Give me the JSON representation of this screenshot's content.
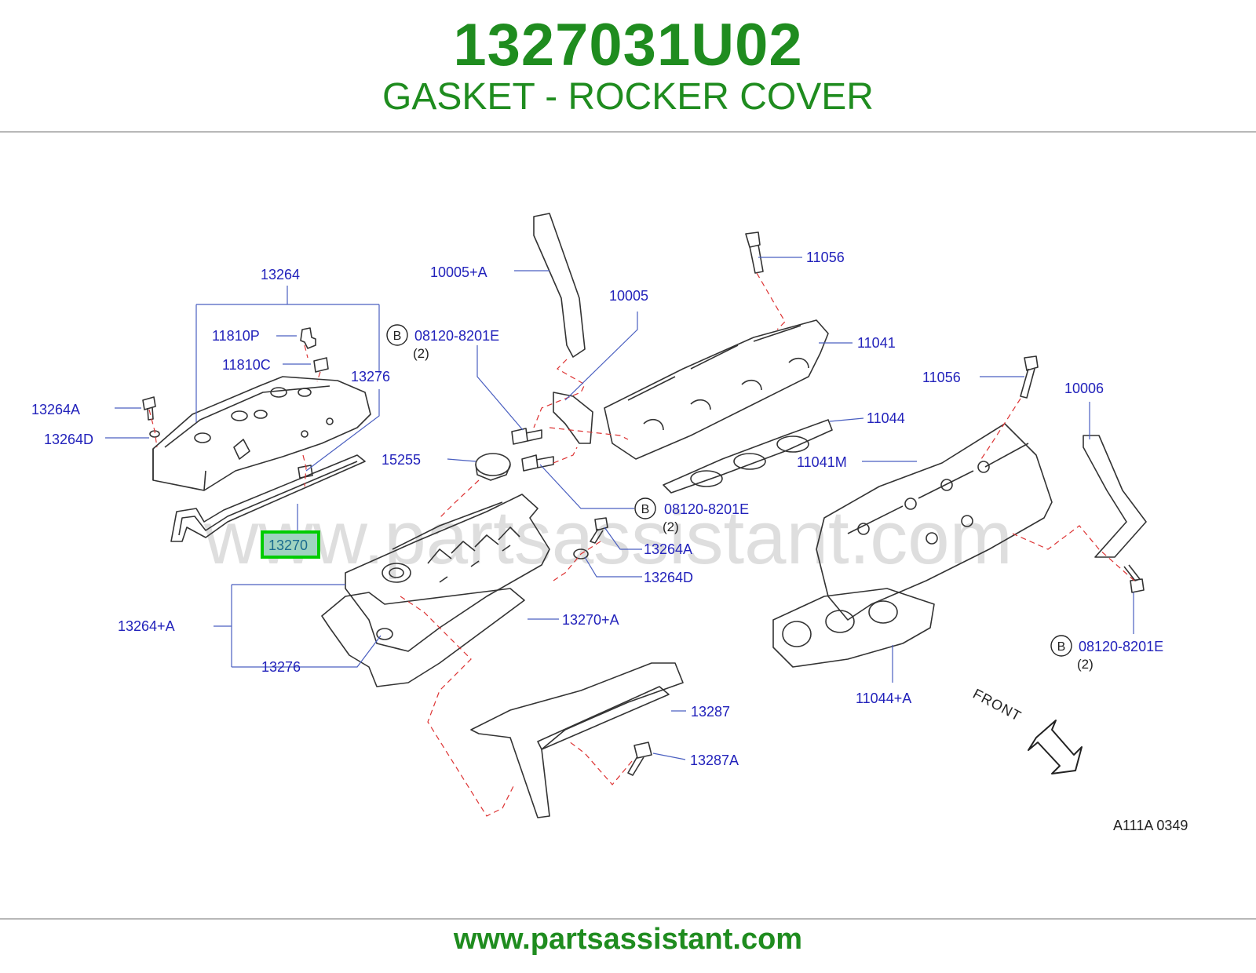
{
  "header": {
    "part_number": "1327031U02",
    "part_name": "GASKET - ROCKER COVER"
  },
  "footer": {
    "url": "www.partsassistant.com"
  },
  "watermark": "www.partsassistant.com",
  "diagram_code": "A111A 0349",
  "front_label": "FRONT",
  "callouts": {
    "p13264": "13264",
    "p11810P": "11810P",
    "p11810C": "11810C",
    "p13276_top": "13276",
    "p13264A_left": "13264A",
    "p13264D_left": "13264D",
    "p13270": "13270",
    "p13264plusA": "13264+A",
    "p13276_bottom": "13276",
    "p15255": "15255",
    "p10005plusA": "10005+A",
    "p10005": "10005",
    "p08120_1": "08120-8201E",
    "p08120_2": "08120-8201E",
    "p08120_3": "08120-8201E",
    "p13264A_mid": "13264A",
    "p13264D_mid": "13264D",
    "p13270plusA": "13270+A",
    "p13287": "13287",
    "p13287A": "13287A",
    "p11056_top": "11056",
    "p11041": "11041",
    "p11044": "11044",
    "p11056_mid": "11056",
    "p11041M": "11041M",
    "p10006": "10006",
    "p11044plusA": "11044+A"
  },
  "markers": {
    "b": "B",
    "qty": "(2)"
  },
  "colors": {
    "brand_green": "#1f8c1f",
    "callout_blue": "#2222bb",
    "highlight": "#00cc00"
  }
}
